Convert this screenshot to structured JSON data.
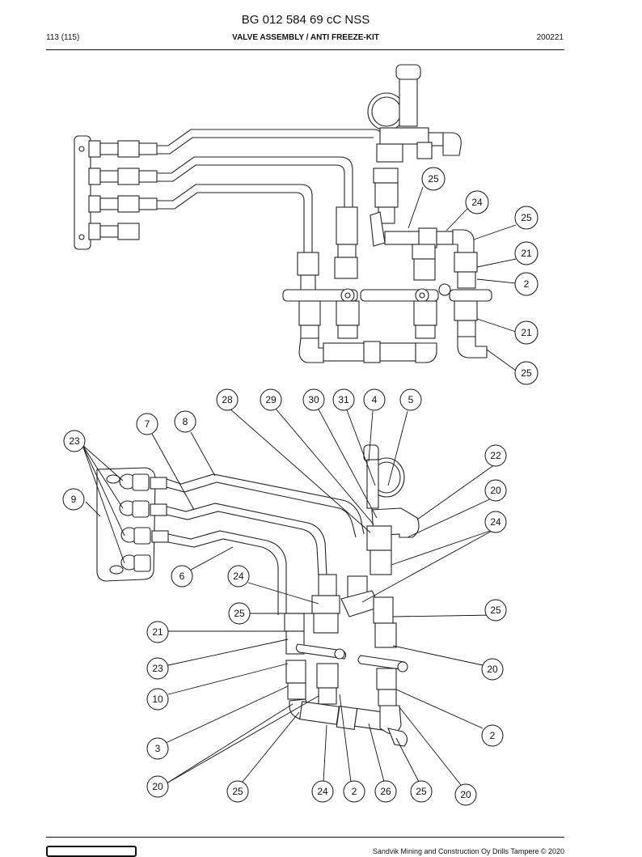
{
  "header": {
    "doc_title": "BG 012 584 69 cC NSS",
    "page": "113 (115)",
    "section_title": "VALVE ASSEMBLY / ANTI FREEZE-KIT",
    "date": "200221"
  },
  "footer": {
    "copyright": "Sandvik Mining and Construction Oy Drills Tampere © 2020"
  },
  "callouts_upper": [
    "25",
    "24",
    "25",
    "21",
    "2",
    "21",
    "25"
  ],
  "callouts_lower": [
    "28",
    "29",
    "30",
    "31",
    "4",
    "5",
    "8",
    "7",
    "23",
    "22",
    "9",
    "20",
    "24",
    "6",
    "24",
    "25",
    "25",
    "21",
    "20",
    "23",
    "10",
    "2",
    "3",
    "20",
    "25",
    "24",
    "2",
    "26",
    "25",
    "20"
  ]
}
